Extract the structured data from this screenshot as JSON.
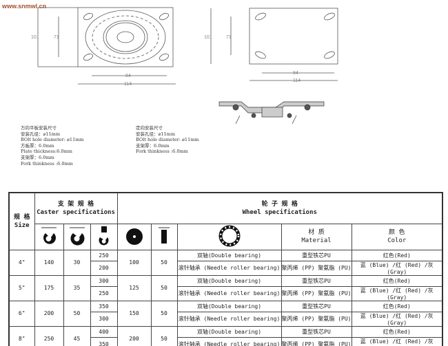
{
  "watermark": "www.snmwl.cn",
  "drawings": {
    "left": {
      "h_outer": "101",
      "h_inner": "71",
      "w_inner": "84",
      "w_outer": "114"
    },
    "right": {
      "h_outer": "101",
      "h_inner": "71",
      "w_inner": "84",
      "w_outer": "114"
    }
  },
  "notes_left": [
    "万向平板安装尺寸",
    "安装孔径：⌀11mm",
    "BOlt hole diameter: ⌀11mm",
    "方板厚：6.0mm",
    "Plate thickness:6.0mm",
    "支架厚：6.0mm",
    "Fork thinkness :6.0mm"
  ],
  "notes_right": [
    "定向安装尺寸",
    "安装孔径：⌀11mm",
    "BOlt hole diameter: ⌀11mm",
    "支架厚：6.0mm",
    "Fork thinkness :6.0mm"
  ],
  "table": {
    "size_cn": "规 格",
    "size_en": "Size",
    "caster_cn": "支 架 规 格",
    "caster_en": "Caster specifications",
    "wheel_cn": "轮 子 规 格",
    "wheel_en": "Wheel specifications",
    "material_cn": "材 质",
    "material_en": "Material",
    "color_cn": "颜 色",
    "color_en": "Color",
    "rows": [
      {
        "size": "4\"",
        "a": "140",
        "b": "30",
        "c": [
          "250",
          "200"
        ],
        "d": "100",
        "e": "50"
      },
      {
        "size": "5\"",
        "a": "175",
        "b": "35",
        "c": [
          "300",
          "250"
        ],
        "d": "125",
        "e": "50"
      },
      {
        "size": "6\"",
        "a": "200",
        "b": "50",
        "c": [
          "350",
          "300"
        ],
        "d": "150",
        "e": "50"
      },
      {
        "size": "8\"",
        "a": "250",
        "b": "45",
        "c": [
          "400",
          "350"
        ],
        "d": "200",
        "e": "50"
      }
    ],
    "bearing": [
      "双轴(Double bearing)",
      "滚针轴承 (Needle roller bearing)"
    ],
    "material": [
      "重型铁芯PU",
      "聚丙烯 (PP) 聚氨脂 (PU)"
    ],
    "color": [
      "红色(Red)",
      "蓝 (Blue) /红 (Red) /灰 (Gray)"
    ]
  }
}
